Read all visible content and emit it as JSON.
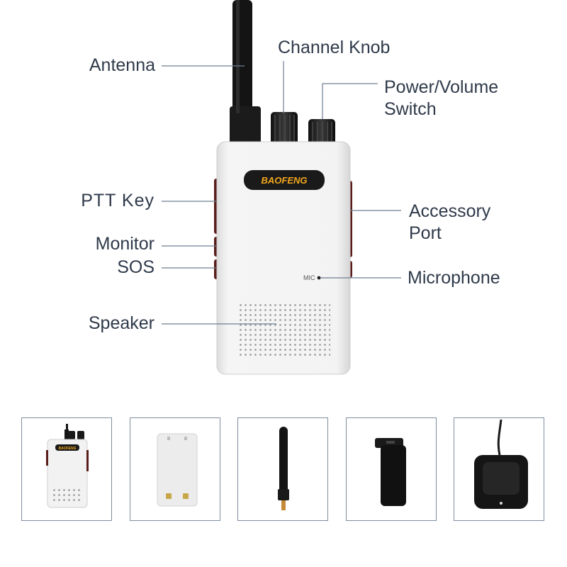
{
  "product": {
    "brand_logo": "BAOFENG",
    "mic_marking": "MIC"
  },
  "callouts": {
    "antenna": "Antenna",
    "channel_knob": "Channel Knob",
    "power_volume_switch": [
      "Power/Volume",
      "Switch"
    ],
    "ptt_key": "PTT Key",
    "accessory_port": [
      "Accessory",
      "Port"
    ],
    "monitor": "Monitor",
    "sos": "SOS",
    "microphone": "Microphone",
    "speaker": "Speaker"
  },
  "package_contents": [
    {
      "icon": "radio-unit-icon",
      "logo": "BAOFENG"
    },
    {
      "icon": "battery-pack-icon"
    },
    {
      "icon": "antenna-icon"
    },
    {
      "icon": "belt-clip-icon"
    },
    {
      "icon": "charging-dock-icon"
    }
  ],
  "colors": {
    "label_text": "#2f3a4a",
    "leader_line": "#6e7f92",
    "radio_body": "#f2f2f2",
    "logo_accent": "#f2a81d",
    "thumb_border": "#7e8ea0"
  }
}
